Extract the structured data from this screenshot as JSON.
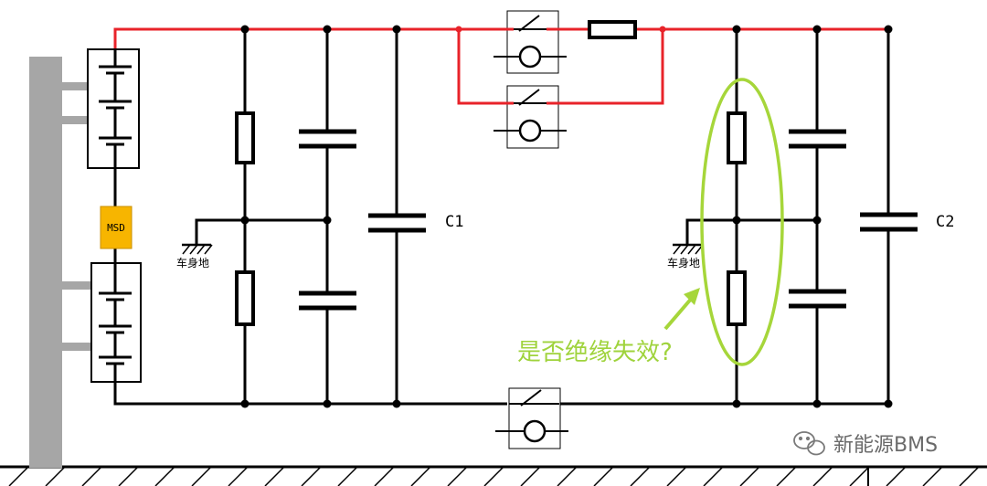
{
  "diagram": {
    "capacitor_labels": [
      "C1",
      "C2"
    ],
    "ground_labels": [
      "车身地",
      "车身地"
    ],
    "msd_label": "MSD",
    "annotation": "是否绝缘失效?",
    "watermark": "新能源BMS",
    "colors": {
      "positive_bus": "#e8232a",
      "wire": "#000000",
      "msd_fill": "#f7b500",
      "highlight": "#a6d63a",
      "chassis": "#a6a6a6"
    }
  }
}
